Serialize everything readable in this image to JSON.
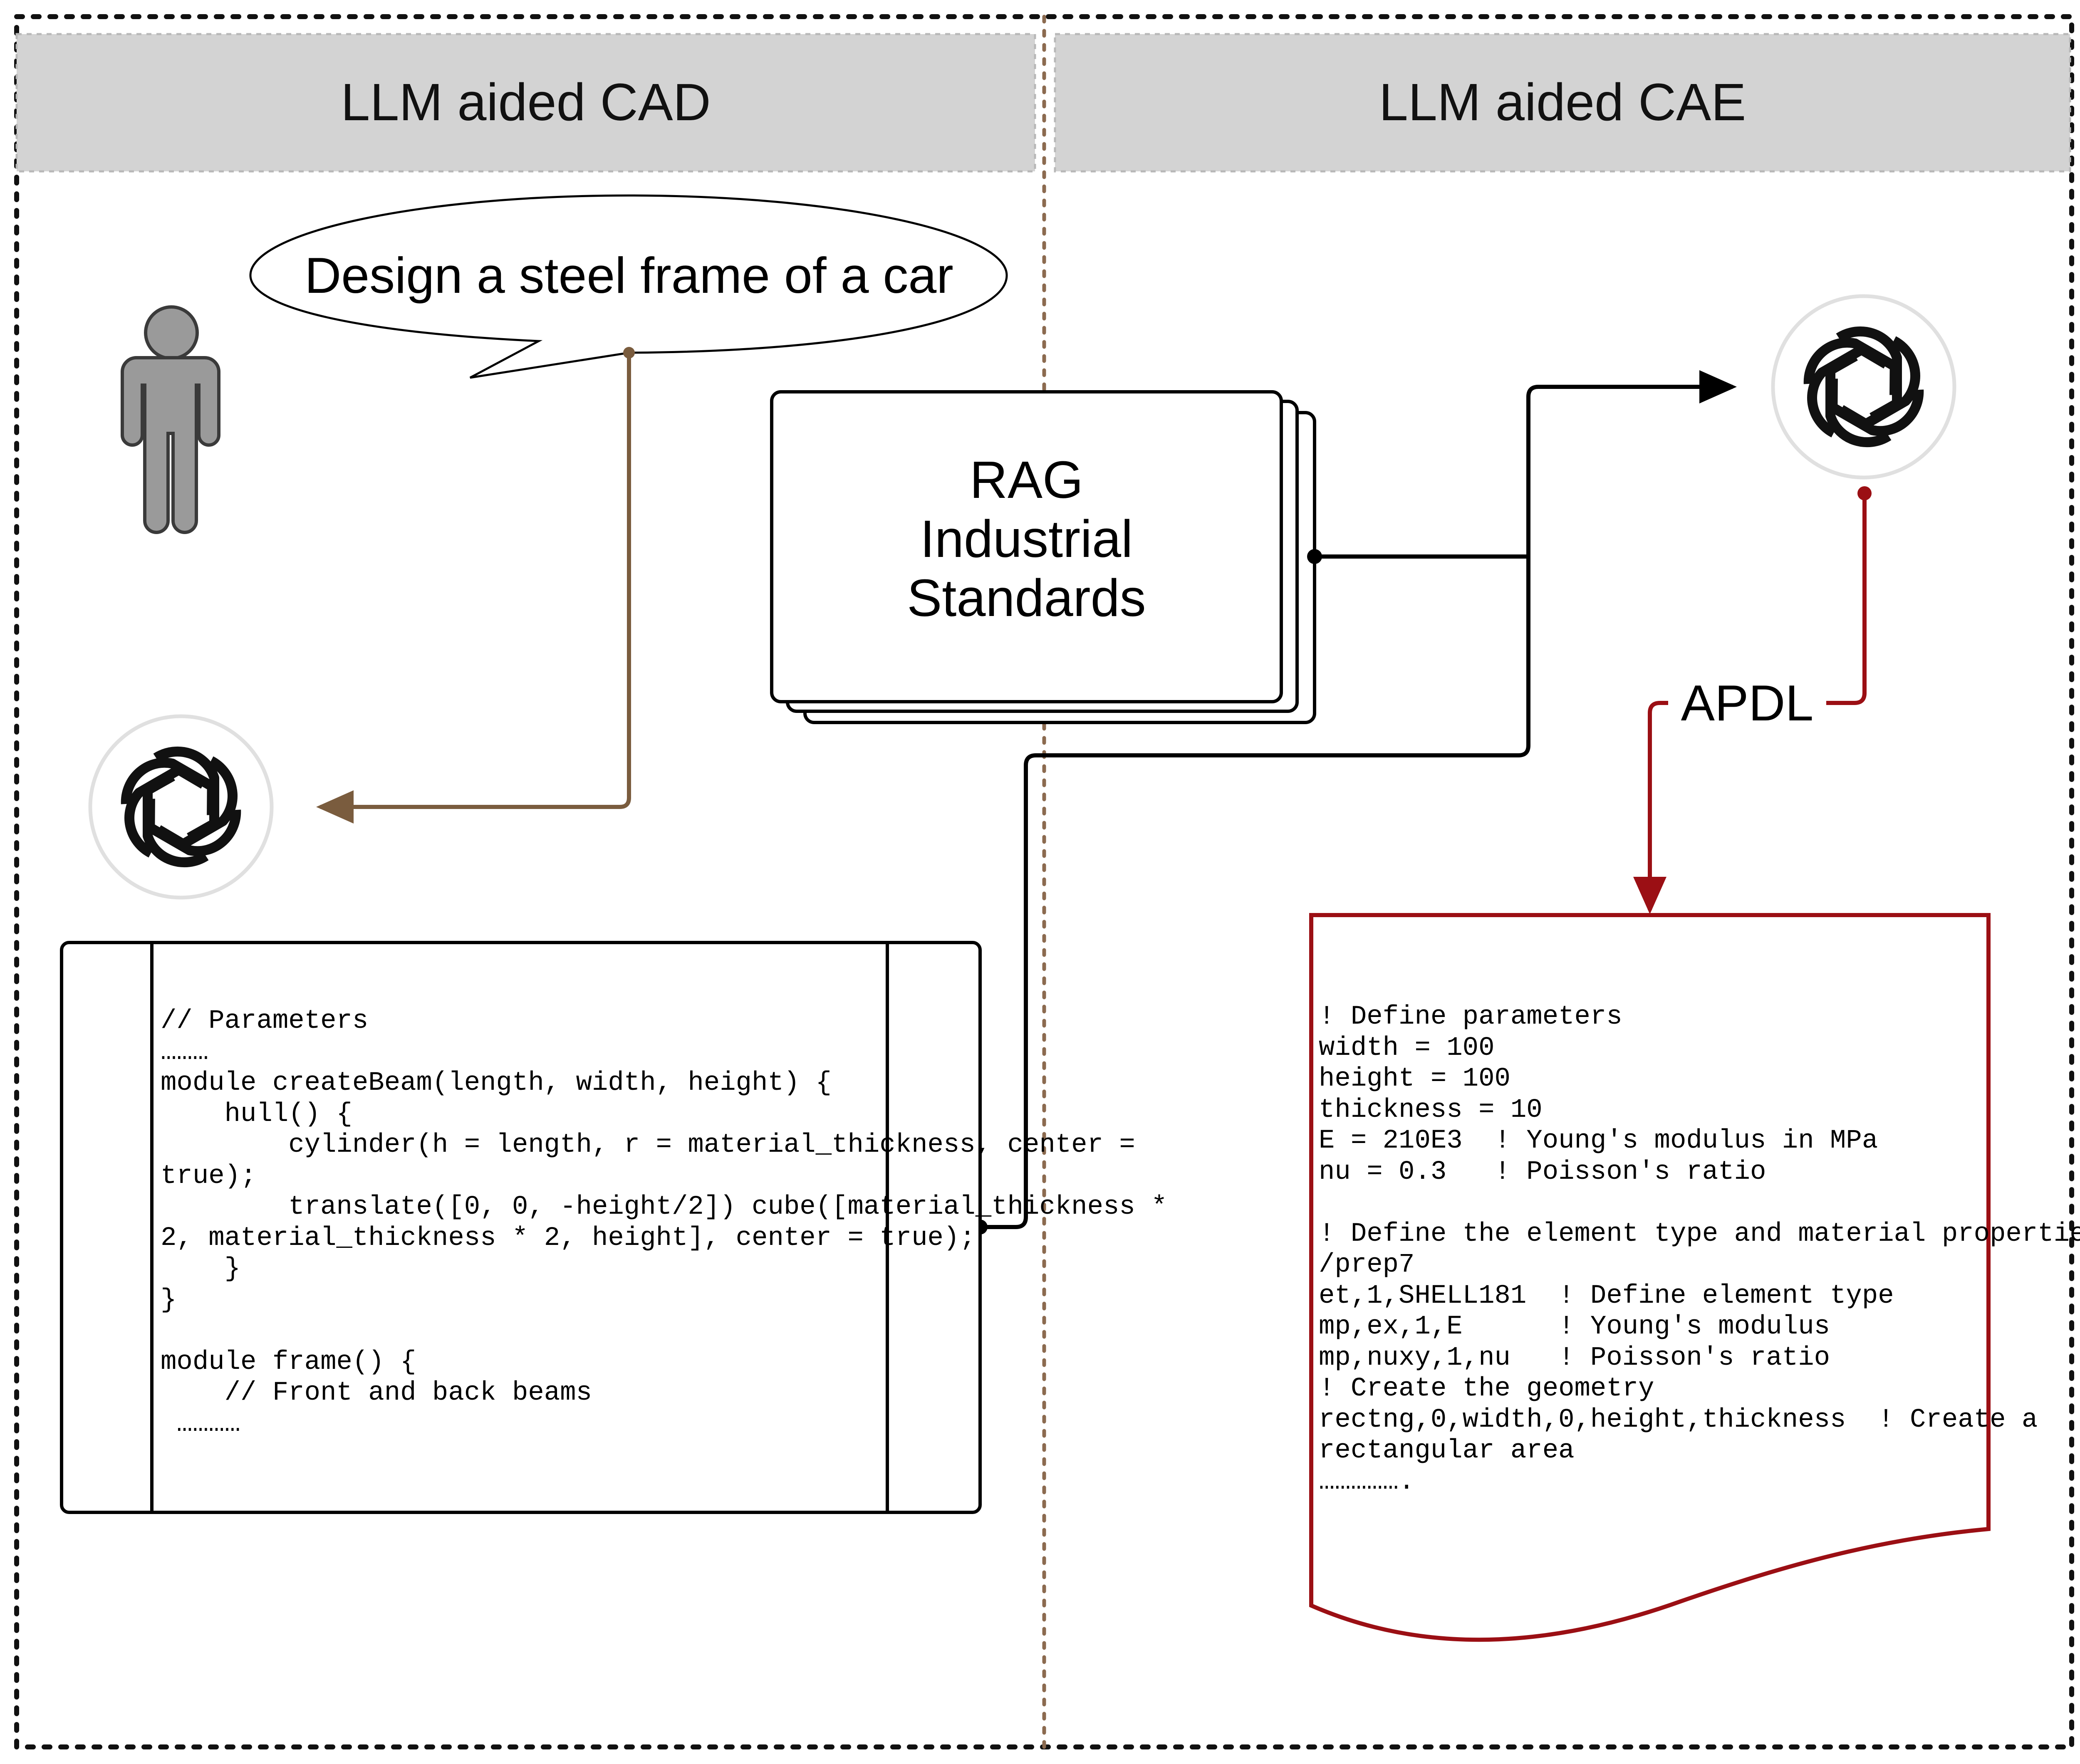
{
  "panels": {
    "cad_title": "LLM aided CAD",
    "cae_title": "LLM aided CAE"
  },
  "prompt": {
    "text": "Design a steel frame of a car"
  },
  "rag": {
    "line1": "RAG",
    "line2": "Industrial",
    "line3": "Standards"
  },
  "apdl_label": "APDL",
  "icons": {
    "user": "person-icon",
    "llm_cad": "openai-logo-icon",
    "llm_cae": "openai-logo-icon"
  },
  "colors": {
    "header_fill": "#d3d3d3",
    "prompt_arrow": "#7a5c3e",
    "apdl_arrow": "#9b0f14",
    "divider": "#8b6a4f",
    "person": "#9a9a9a"
  },
  "cad_code": {
    "lines": [
      "// Parameters",
      "………",
      "module createBeam(length, width, height) {",
      "    hull() {",
      "        cylinder(h = length, r = material_thickness, center =",
      "true);",
      "        translate([0, 0, -height/2]) cube([material_thickness *",
      "2, material_thickness * 2, height], center = true);",
      "    }",
      "}",
      "",
      "module frame() {",
      "    // Front and back beams",
      " …………"
    ]
  },
  "apdl_code": {
    "lines": [
      "! Define parameters",
      "width = 100",
      "height = 100",
      "thickness = 10",
      "E = 210E3  ! Young's modulus in MPa",
      "nu = 0.3   ! Poisson's ratio",
      "",
      "! Define the element type and material properties",
      "/prep7",
      "et,1,SHELL181  ! Define element type",
      "mp,ex,1,E      ! Young's modulus",
      "mp,nuxy,1,nu   ! Poisson's ratio",
      "! Create the geometry",
      "rectng,0,width,0,height,thickness  ! Create a",
      "rectangular area",
      "……………."
    ]
  }
}
